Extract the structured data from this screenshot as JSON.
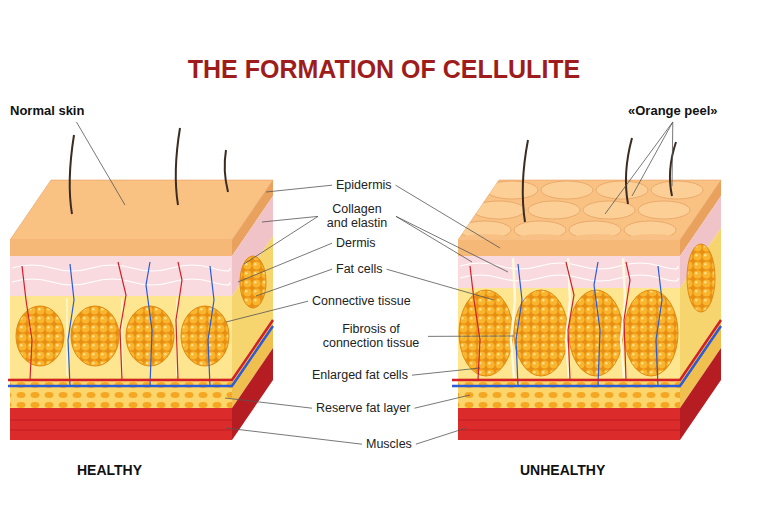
{
  "diagram": {
    "title": "THE FORMATION OF CELLULITE",
    "labels": [
      "Normal skin",
      "«Orange peel»",
      "Epidermis",
      "Collagen and elastin",
      "Dermis",
      "Fat cells",
      "Connective tissue",
      "Fibrosis of connection tissue",
      "Enlarged fat cells",
      "Reserve fat layer",
      "Muscles",
      "HEALTHY",
      "UNHEALTHY"
    ]
  }
}
